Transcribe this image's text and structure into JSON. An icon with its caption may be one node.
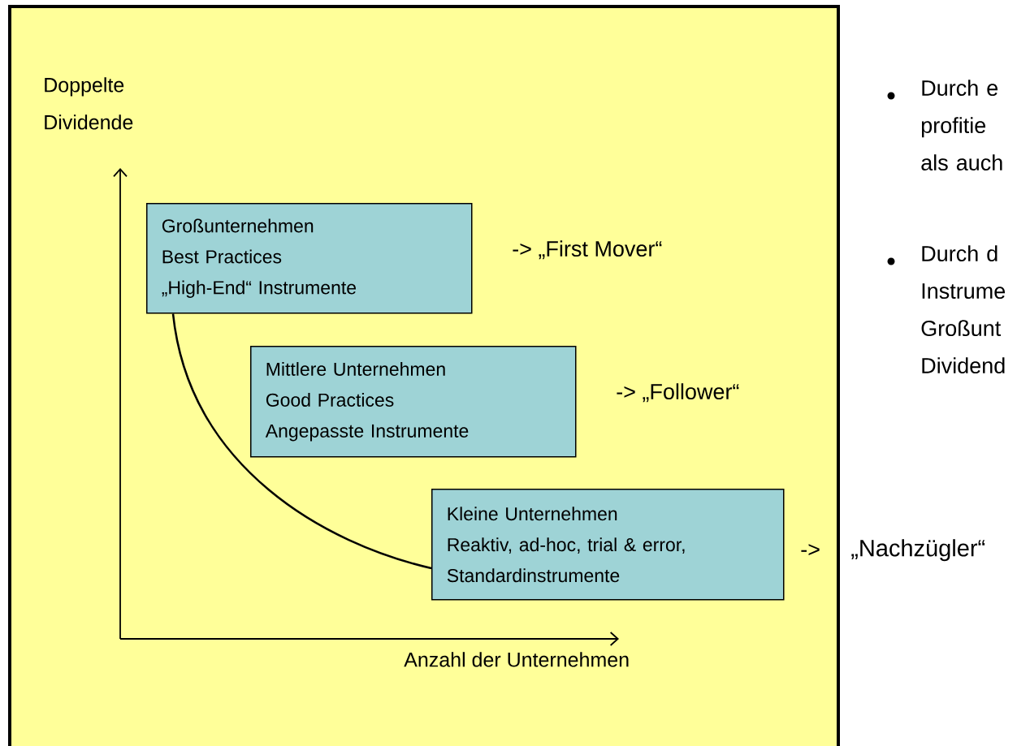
{
  "diagram": {
    "nodes": [
      {
        "text": [
          "Großunternehmen",
          "Best Practices",
          "„High-End“ Instrumente"
        ]
      },
      {
        "text": [
          "Mittlere Unternehmen",
          "Good Practices",
          "Angepasste Instrumente"
        ]
      },
      {
        "text": [
          "Kleine Unternehmen",
          "Reaktiv, ad-hoc, trial & error,",
          "Standardinstrumente"
        ]
      }
    ],
    "edges": [
      {
        "from": 0,
        "to": 2,
        "arrow": "none"
      }
    ],
    "labels": [
      "Doppelte Dividende",
      "-> „First Mover“",
      "-> „Follower“",
      "->",
      "„Nachzügler“",
      "Anzahl der Unternehmen",
      "Durch e profitie als auch",
      "Durch d Instrume Großunt Dividend"
    ]
  }
}
